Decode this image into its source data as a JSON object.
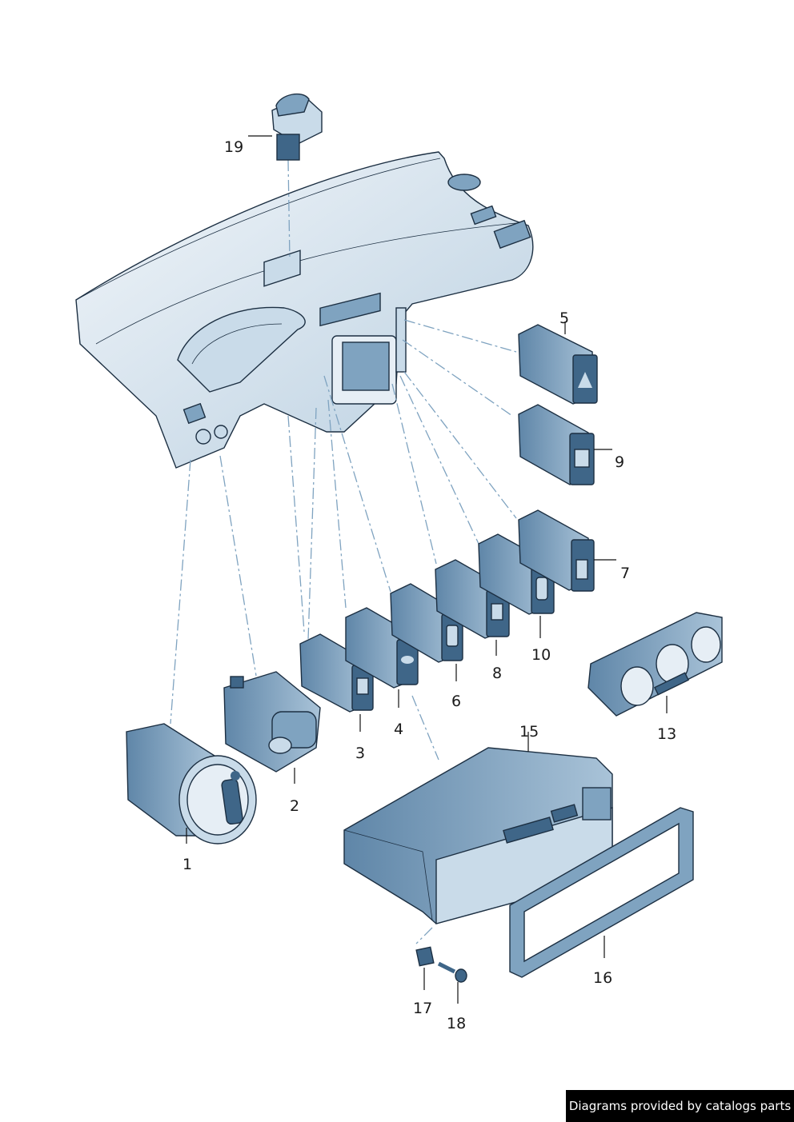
{
  "callouts": {
    "c1": "1",
    "c2": "2",
    "c3": "3",
    "c4": "4",
    "c5": "5",
    "c6": "6",
    "c7": "7",
    "c8": "8",
    "c9": "9",
    "c10": "10",
    "c13": "13",
    "c15": "15",
    "c16": "16",
    "c17": "17",
    "c18": "18",
    "c19": "19"
  },
  "footer": {
    "credit": "Diagrams provided by catalogs parts"
  },
  "colors": {
    "dark": "#3f6688",
    "mid": "#7fa3c0",
    "light": "#c9dbe9",
    "pale": "#e6eef5"
  }
}
